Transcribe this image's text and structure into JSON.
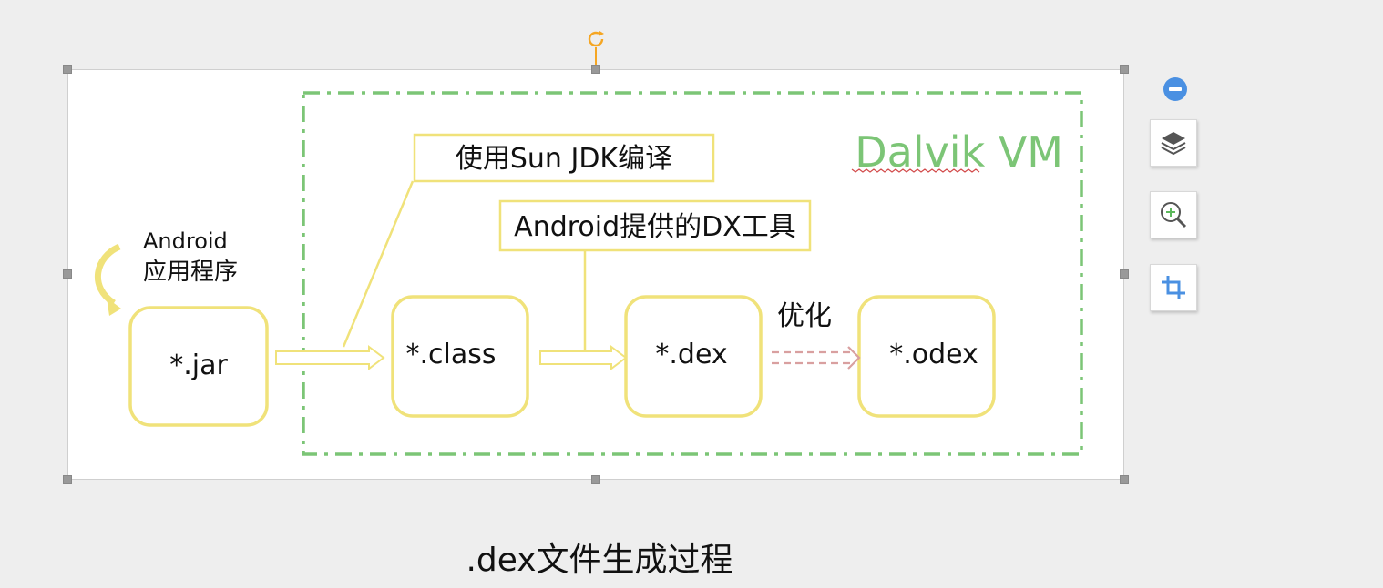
{
  "caption": ".dex文件生成过程",
  "diagram": {
    "vm_label": "Dalvik VM",
    "app_label_line1": "Android",
    "app_label_line2": "应用程序",
    "callout_compile": "使用Sun JDK编译",
    "callout_dx": "Android提供的DX工具",
    "optimize_label": "优化",
    "nodes": [
      {
        "label": "*.jar"
      },
      {
        "label": "*.class"
      },
      {
        "label": "*.dex"
      },
      {
        "label": "*.odex"
      }
    ]
  },
  "tools": {
    "minus_icon": "minus-circle-icon",
    "layers_icon": "layers-icon",
    "zoom_icon": "zoom-in-icon",
    "crop_icon": "crop-icon"
  },
  "colors": {
    "node_border": "#f0e27a",
    "vm_border": "#7cc576",
    "vm_text": "#7cc576",
    "handle": "#999999",
    "rotate": "#f5a623",
    "tool_icon_blue": "#4a90e2",
    "optimize_arrow": "#d9a0a0"
  }
}
